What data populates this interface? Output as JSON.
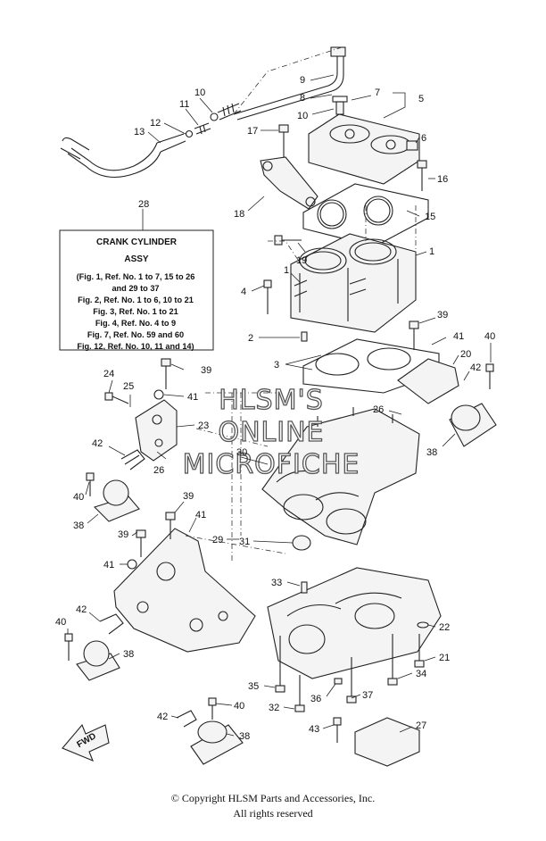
{
  "info_box": {
    "number": "28",
    "title_line1": "CRANK CYLINDER",
    "title_line2": "ASSY",
    "lines": [
      "(Fig. 1, Ref. No. 1 to 7, 15 to 26",
      "and 29 to 37",
      "Fig. 2, Ref. No. 1 to 6, 10 to 21",
      "Fig. 3, Ref. No. 1 to 21",
      "Fig. 4, Ref. No. 4 to 9",
      "Fig. 7, Ref. No. 59 and 60",
      "Fig. 12, Ref. No. 10, 11 and 14)"
    ]
  },
  "watermark": [
    "HLSM'S",
    "ONLINE",
    "MICROFICHE"
  ],
  "fwd_label": "FWD",
  "callouts": {
    "c9": "9",
    "c8": "8",
    "c7": "7",
    "c5": "5",
    "c10a": "10",
    "c10b": "10",
    "c11": "11",
    "c12": "12",
    "c13": "13",
    "c17": "17",
    "c6": "6",
    "c16": "16",
    "c18": "18",
    "c15": "15",
    "c19": "19",
    "c1a": "1",
    "c1b": "1",
    "c4a": "4",
    "c2": "2",
    "c3": "3",
    "c39a": "39",
    "c41a": "41",
    "c40a": "40",
    "c20": "20",
    "c42a": "42",
    "c38a": "38",
    "c24": "24",
    "c25": "25",
    "c39b": "39",
    "c41b": "41",
    "c23": "23",
    "c26a": "26",
    "c26b": "26",
    "c30": "30",
    "c42b": "42",
    "c40b": "40",
    "c38b": "38",
    "c39c": "39",
    "c41c": "41",
    "c39d": "39",
    "c41d": "41",
    "c29": "29",
    "c31": "31",
    "c33": "33",
    "c42c": "42",
    "c40c": "40",
    "c38c": "38",
    "c22": "22",
    "c21": "21",
    "c34": "34",
    "c35": "35",
    "c37": "37",
    "c36": "36",
    "c32": "32",
    "c42d": "42",
    "c40d": "40",
    "c38d": "38",
    "c43": "43",
    "c27": "27"
  },
  "footer": {
    "line1": "© Copyright HLSM Parts and Accessories, Inc.",
    "line2": "All rights reserved"
  }
}
